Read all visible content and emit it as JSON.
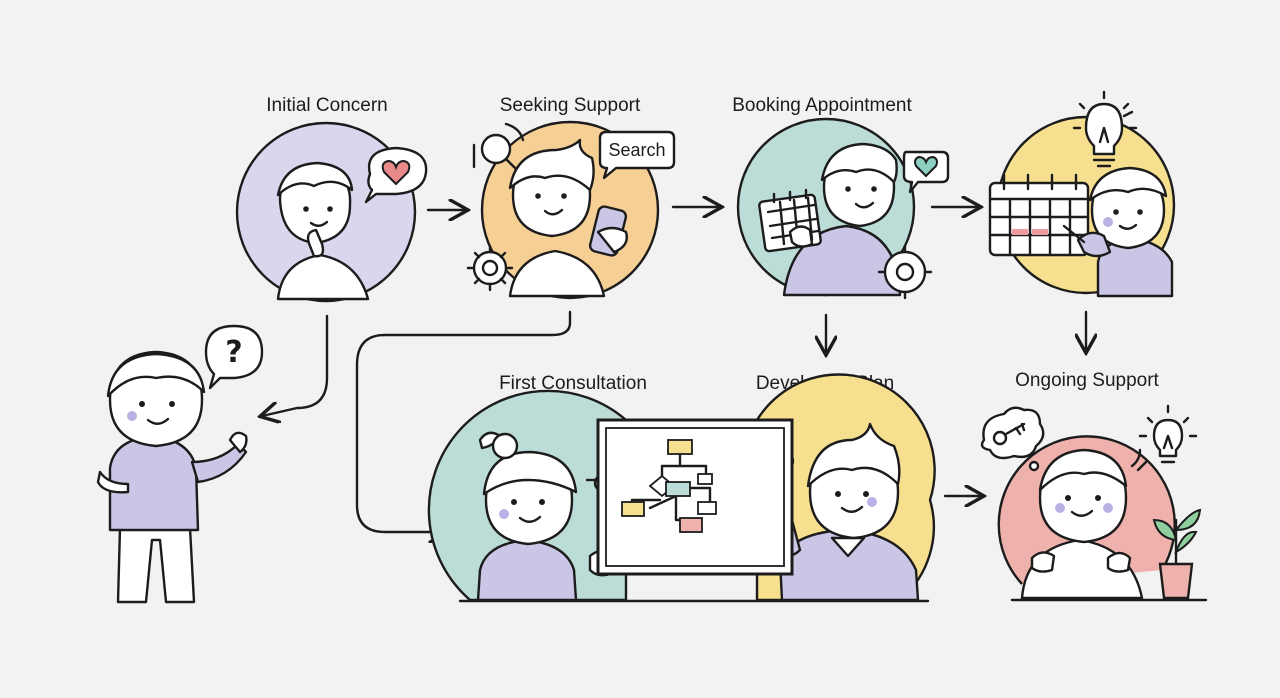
{
  "diagram": {
    "stages": [
      {
        "id": "initial-concern",
        "label": "Initial Concern"
      },
      {
        "id": "seeking-support",
        "label": "Seeking Support"
      },
      {
        "id": "booking-appointment",
        "label": "Booking Appointment"
      },
      {
        "id": "first-consultation",
        "label": "First Consultation"
      },
      {
        "id": "developing-plan",
        "label": "Developing Plan"
      },
      {
        "id": "ongoing-support",
        "label": "Ongoing Support"
      }
    ],
    "search_bubble": "Search",
    "question_bubble": "?"
  },
  "colors": {
    "background": "#f2f2f2",
    "ink": "#1c1c1c",
    "lavender": "#d9d6ee",
    "orange": "#f6cf95",
    "teal": "#bcdcd7",
    "yellow": "#f6df8f",
    "pink": "#efb1ab",
    "heart": "#e98a8a",
    "heart_teal": "#8ccfc0",
    "sweater": "#c9c6e6"
  },
  "icons": [
    "heart-icon",
    "magnifier-icon",
    "phone-icon",
    "calendar-icon",
    "gear-icon",
    "lightbulb-icon",
    "flowchart-icon",
    "notepad-icon",
    "pen-icon",
    "key-icon",
    "plant-icon"
  ]
}
